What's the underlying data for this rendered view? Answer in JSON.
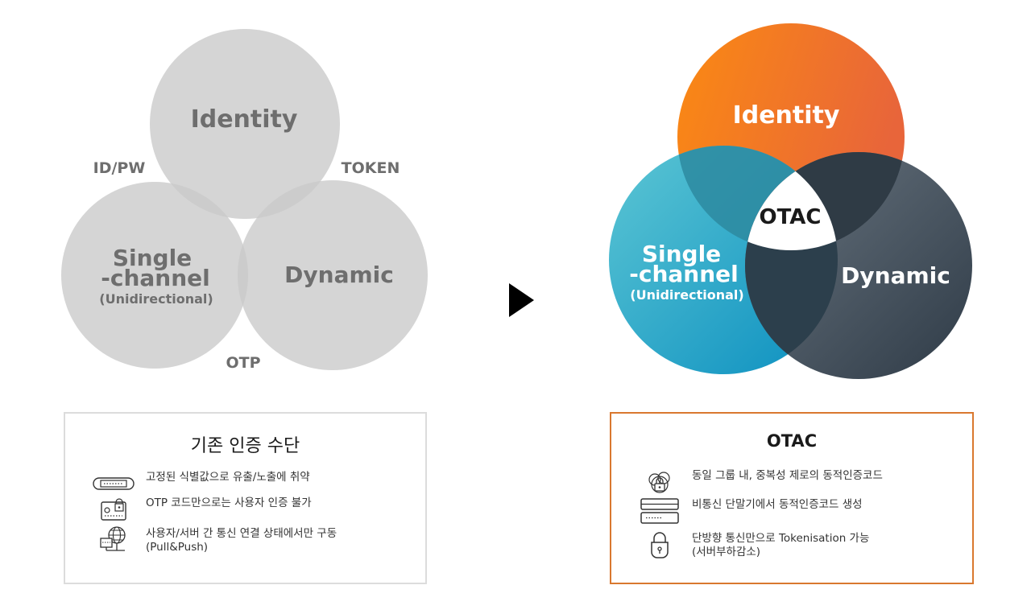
{
  "legacy_diagram": {
    "identity": "Identity",
    "single_line1": "Single",
    "single_line2": "-channel",
    "single_sub": "(Unidirectional)",
    "dynamic": "Dynamic",
    "id_pw": "ID/PW",
    "token": "TOKEN",
    "otp": "OTP"
  },
  "otac_diagram": {
    "identity": "Identity",
    "single_line1": "Single",
    "single_line2": "-channel",
    "single_sub": "(Unidirectional)",
    "dynamic": "Dynamic",
    "center": "OTAC"
  },
  "legacy_box": {
    "title": "기존 인증 수단",
    "items": [
      {
        "icon": "usb-token-icon",
        "text": "고정된 식별값으로 유출/노출에 취약"
      },
      {
        "icon": "otp-device-icon",
        "text": "OTP 코드만으로는 사용자 인증 불가"
      },
      {
        "icon": "network-computer-icon",
        "text_line1": "사용자/서버 간 통신 연결 상태에서만 구동",
        "text_line2": "(Pull&Push)"
      }
    ]
  },
  "otac_box": {
    "title": "OTAC",
    "items": [
      {
        "icon": "group-lock-icon",
        "text": "동일 그룹 내, 중복성 제로의 동적인증코드"
      },
      {
        "icon": "terminal-icon",
        "text": "비통신 단말기에서 동적인증코드 생성"
      },
      {
        "icon": "padlock-icon",
        "text_line1": "단방향 통신만으로 Tokenisation 가능",
        "text_line2": "(서버부하감소)"
      }
    ]
  },
  "colors": {
    "legacy_circle": "#d3d3d3",
    "legacy_text": "#6e6e6e",
    "identity_orange": "#f7891f",
    "single_teal": "#3fb0c8",
    "dynamic_slate": "#45525e",
    "otac_border": "#d9782f"
  }
}
